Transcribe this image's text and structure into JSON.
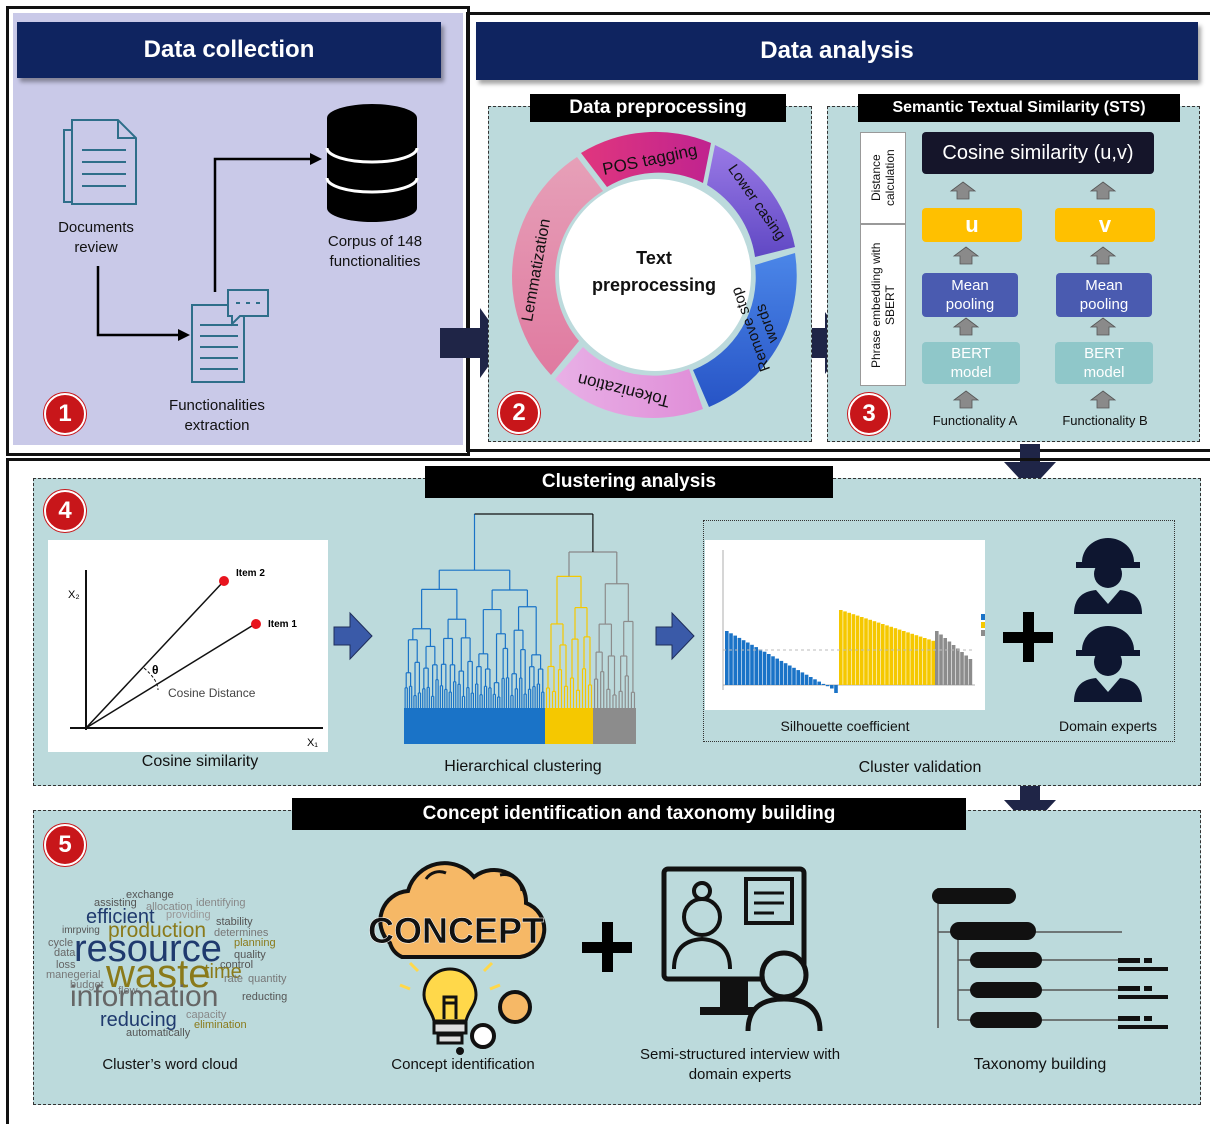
{
  "sections": {
    "data_collection": {
      "title": "Data collection",
      "documents_review": "Documents review",
      "corpus": "Corpus of 148 functionalities",
      "extraction": "Functionalities extraction",
      "number": "1"
    },
    "data_analysis": {
      "title": "Data analysis"
    },
    "preprocessing": {
      "title": "Data preprocessing",
      "center": "Text preprocessing",
      "steps": [
        "POS tagging",
        "Lower casing",
        "Remove stop words",
        "Tokenization",
        "Lemmatization"
      ],
      "number": "2"
    },
    "sts": {
      "title": "Semantic Textual Similarity (STS)",
      "cosine": "Cosine similarity (u,v)",
      "distance_label": "Distance calculation",
      "embedding_label": "Phrase embedding with SBERT",
      "u": "u",
      "v": "v",
      "mean_pooling": "Mean pooling",
      "bert_model": "BERT model",
      "functionality_a": "Functionality A",
      "functionality_b": "Functionality B",
      "number": "3"
    },
    "clustering": {
      "title": "Clustering analysis",
      "number": "4",
      "cosine_similarity": "Cosine similarity",
      "x2": "X₂",
      "x1": "X₁",
      "item2": "Item 2",
      "item1": "Item 1",
      "theta": "θ",
      "cosine_distance": "Cosine Distance",
      "hierarchical": "Hierarchical clustering",
      "silhouette": "Silhouette coefficient",
      "domain_experts": "Domain experts",
      "validation": "Cluster validation"
    },
    "concept": {
      "title": "Concept identification and taxonomy building",
      "number": "5",
      "word_cloud_label": "Cluster’s word cloud",
      "concept_word": "CONCEPT",
      "concept_label": "Concept identification",
      "interview_label": "Semi-structured interview with domain experts",
      "taxonomy_label": "Taxonomy building"
    }
  },
  "word_cloud": [
    {
      "w": "exchange",
      "c": "#555"
    },
    {
      "w": "assisting",
      "c": "#555"
    },
    {
      "w": "allocation",
      "c": "#888"
    },
    {
      "w": "identifying",
      "c": "#888"
    },
    {
      "w": "efficient",
      "c": "#1f3a6e"
    },
    {
      "w": "providing",
      "c": "#999"
    },
    {
      "w": "stability",
      "c": "#555"
    },
    {
      "w": "determines",
      "c": "#777"
    },
    {
      "w": "imrpving",
      "c": "#555"
    },
    {
      "w": "production",
      "c": "#8a7a1a"
    },
    {
      "w": "cycle",
      "c": "#666"
    },
    {
      "w": "planning",
      "c": "#8a7a1a"
    },
    {
      "w": "data",
      "c": "#666"
    },
    {
      "w": "resource",
      "c": "#1f3a6e"
    },
    {
      "w": "quality",
      "c": "#555"
    },
    {
      "w": "loss",
      "c": "#666"
    },
    {
      "w": "control",
      "c": "#555"
    },
    {
      "w": "manegerial",
      "c": "#777"
    },
    {
      "w": "waste",
      "c": "#8a7a1a"
    },
    {
      "w": "time",
      "c": "#8a7a1a"
    },
    {
      "w": "budget",
      "c": "#777"
    },
    {
      "w": "rate",
      "c": "#777"
    },
    {
      "w": "quantity",
      "c": "#777"
    },
    {
      "w": "flow",
      "c": "#777"
    },
    {
      "w": "information",
      "c": "#666"
    },
    {
      "w": "reducting",
      "c": "#555"
    },
    {
      "w": "reducing",
      "c": "#1f3a6e"
    },
    {
      "w": "capacity",
      "c": "#888"
    },
    {
      "w": "automatically",
      "c": "#555"
    },
    {
      "w": "elimination",
      "c": "#8a7a1a"
    }
  ],
  "colors": {
    "navy": "#0f2460",
    "panel_purple": "#c9c9e8",
    "panel_teal": "#bcdadc",
    "number_red": "#c8161a",
    "yellow_box": "#ffc000",
    "mean_pool": "#4a5bb0",
    "bert": "#8fc7c9",
    "cluster_blue": "#1a73c7",
    "cluster_yellow": "#f5c800",
    "cluster_gray": "#8c8c8c"
  }
}
